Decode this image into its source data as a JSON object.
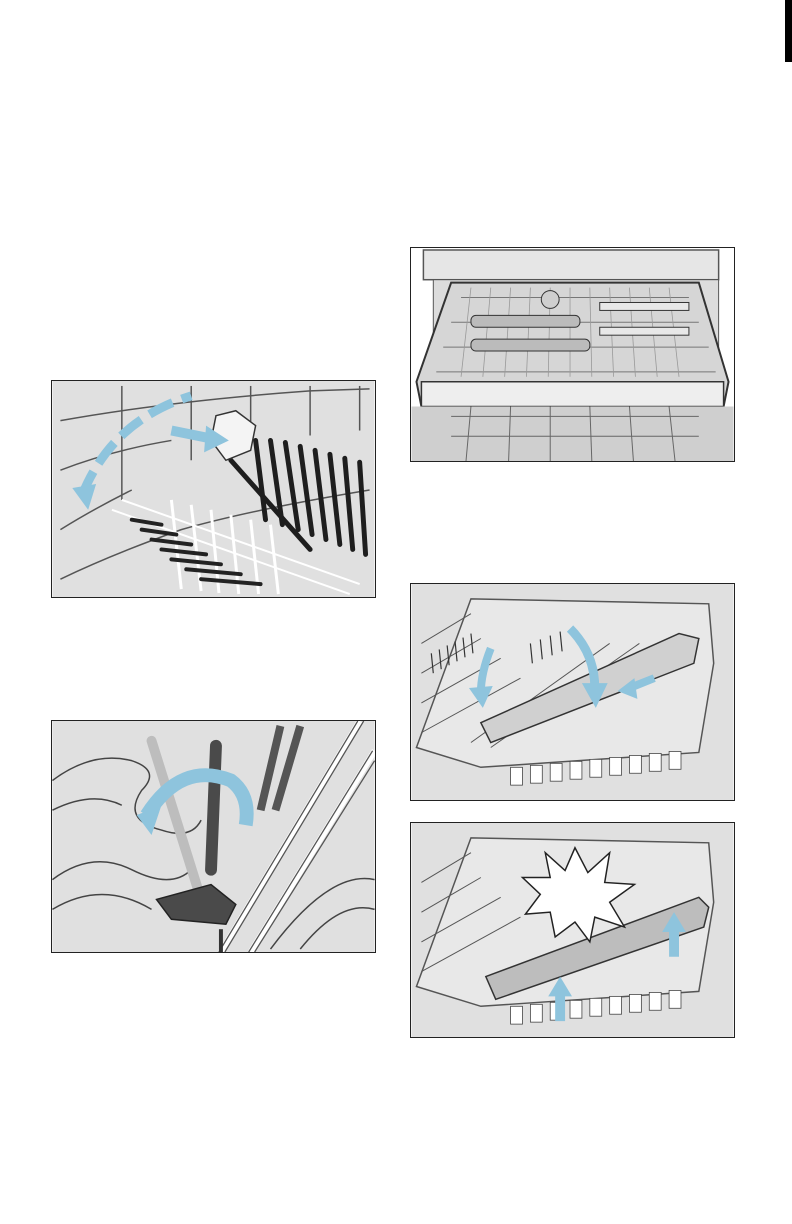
{
  "page": {
    "figures": [
      {
        "id": "fig1",
        "subject": "rack-tines-fold"
      },
      {
        "id": "fig2",
        "subject": "tine-latch-release"
      },
      {
        "id": "fig3",
        "subject": "third-rack-cutlery"
      },
      {
        "id": "fig4",
        "subject": "third-rack-insert-lowering"
      },
      {
        "id": "fig5",
        "subject": "third-rack-insert-click"
      }
    ],
    "colors": {
      "arrow": "#8ec4dd",
      "arrow_stroke": "#5f9fbf",
      "background": "#dcdcdc",
      "line": "#2a2a2a",
      "dark_part": "#3a3a3a"
    }
  }
}
